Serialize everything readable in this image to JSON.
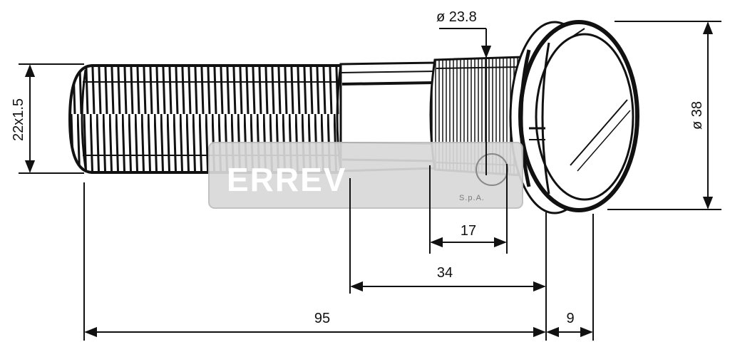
{
  "dimensions": {
    "thread": "22x1.5",
    "neck_diameter": "ø 23.8",
    "head_diameter": "ø 38",
    "knurl_length": "17",
    "shank_length": "34",
    "total_length": "95",
    "head_thickness": "9"
  },
  "watermark": {
    "brand": "ERREV",
    "suffix": "S.p.A."
  },
  "colors": {
    "line": "#111111",
    "watermark_fill": "#d9d9d9",
    "watermark_border": "#bdbdbd"
  }
}
